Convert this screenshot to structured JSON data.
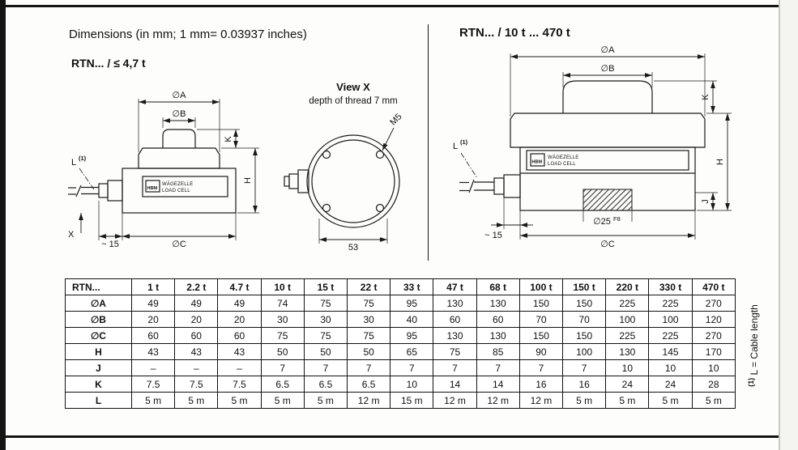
{
  "header": {
    "dimensions_title": "Dimensions (in mm; 1 mm= 0.03937 inches)",
    "range_large": "RTN... / 10 t ... 470 t",
    "range_small": "RTN... / ≤ 4,7 t"
  },
  "note": {
    "sup": "(1)",
    "text": "L = Cable length"
  },
  "dw_small": {
    "phi_a": "∅A",
    "phi_b": "∅B",
    "phi_c": "∅C",
    "k": "K",
    "h": "H",
    "l": "L",
    "sup": "(1)",
    "x": "X",
    "approx15": "~ 15",
    "logo": "HBM",
    "label1": "WÄGEZELLE",
    "label2": "LOAD CELL"
  },
  "dw_view": {
    "title": "View X",
    "subtitle": "depth of thread 7 mm",
    "m5": "M5",
    "d53": "53"
  },
  "dw_large": {
    "phi_a": "∅A",
    "phi_b": "∅B",
    "phi_c": "∅C",
    "k": "K",
    "h": "H",
    "j": "J",
    "l": "L",
    "sup": "(1)",
    "approx15": "~ 15",
    "phi25": "∅25",
    "f8": "F8",
    "logo": "HBM",
    "label1": "WÄGEZELLE",
    "label2": "LOAD CELL"
  },
  "table": {
    "header": [
      "RTN...",
      "1 t",
      "2.2 t",
      "4.7 t",
      "10 t",
      "15 t",
      "22 t",
      "33 t",
      "47 t",
      "68 t",
      "100 t",
      "150 t",
      "220 t",
      "330 t",
      "470 t"
    ],
    "rows": [
      {
        "label": "∅A",
        "values": [
          "49",
          "49",
          "49",
          "74",
          "75",
          "75",
          "95",
          "130",
          "130",
          "150",
          "150",
          "225",
          "225",
          "270"
        ]
      },
      {
        "label": "∅B",
        "values": [
          "20",
          "20",
          "20",
          "30",
          "30",
          "30",
          "40",
          "60",
          "60",
          "70",
          "70",
          "100",
          "100",
          "120"
        ]
      },
      {
        "label": "∅C",
        "values": [
          "60",
          "60",
          "60",
          "75",
          "75",
          "75",
          "95",
          "130",
          "130",
          "150",
          "150",
          "225",
          "225",
          "270"
        ]
      },
      {
        "label": "H",
        "values": [
          "43",
          "43",
          "43",
          "50",
          "50",
          "50",
          "65",
          "75",
          "85",
          "90",
          "100",
          "130",
          "145",
          "170"
        ]
      },
      {
        "label": "J",
        "values": [
          "–",
          "–",
          "–",
          "7",
          "7",
          "7",
          "7",
          "7",
          "7",
          "7",
          "7",
          "10",
          "10",
          "10"
        ]
      },
      {
        "label": "K",
        "values": [
          "7.5",
          "7.5",
          "7.5",
          "6.5",
          "6.5",
          "6.5",
          "10",
          "14",
          "14",
          "16",
          "16",
          "24",
          "24",
          "28"
        ]
      },
      {
        "label": "L",
        "values": [
          "5 m",
          "5 m",
          "5 m",
          "5 m",
          "5 m",
          "12 m",
          "15 m",
          "12 m",
          "12 m",
          "12 m",
          "5 m",
          "5 m",
          "5 m",
          "5 m"
        ]
      }
    ]
  }
}
